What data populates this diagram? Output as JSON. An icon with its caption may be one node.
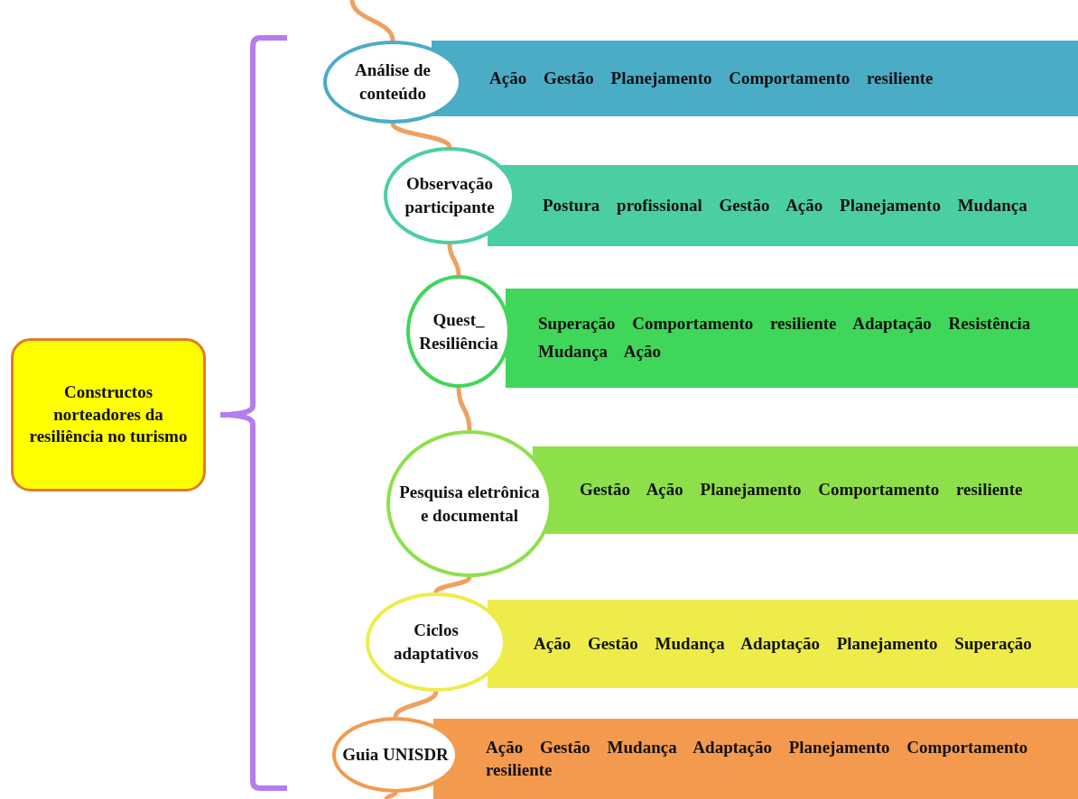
{
  "diagram": {
    "nodes": [
      {
        "text": [
          "Constructos norteadores da resiliência no turismo"
        ]
      },
      {
        "text": [
          "Análise de conteúdo"
        ]
      },
      {
        "text": [
          "Ação Gestão Planejamento Comportamento resiliente"
        ]
      },
      {
        "text": [
          "Observação participante"
        ]
      },
      {
        "text": [
          "Postura profissional Gestão Ação Planejamento Mudança"
        ]
      },
      {
        "text": [
          "Quest_ Resiliência"
        ]
      },
      {
        "text": [
          "Superação Comportamento resiliente Adaptação Resistência",
          "Mudança Ação"
        ]
      },
      {
        "text": [
          "Pesquisa eletrônica e documental"
        ]
      },
      {
        "text": [
          "Gestão Ação Planejamento Comportamento resiliente"
        ]
      },
      {
        "text": [
          "Ciclos adaptativos"
        ]
      },
      {
        "text": [
          "Ação Gestão Mudança Adaptação Planejamento Superação"
        ]
      },
      {
        "text": [
          "Guia UNISDR"
        ]
      },
      {
        "text": [
          "Ação Gestão Mudança Adaptação Planejamento Comportamento resiliente"
        ]
      }
    ],
    "edges": [
      {
        "from": null,
        "to": 1,
        "arrow": "none"
      },
      {
        "from": 1,
        "to": 3,
        "arrow": "none"
      },
      {
        "from": 3,
        "to": 5,
        "arrow": "none"
      },
      {
        "from": 5,
        "to": 7,
        "arrow": "none"
      },
      {
        "from": 7,
        "to": 9,
        "arrow": "none"
      },
      {
        "from": 9,
        "to": 11,
        "arrow": "none"
      },
      {
        "from": 11,
        "to": null,
        "arrow": "none"
      }
    ]
  }
}
